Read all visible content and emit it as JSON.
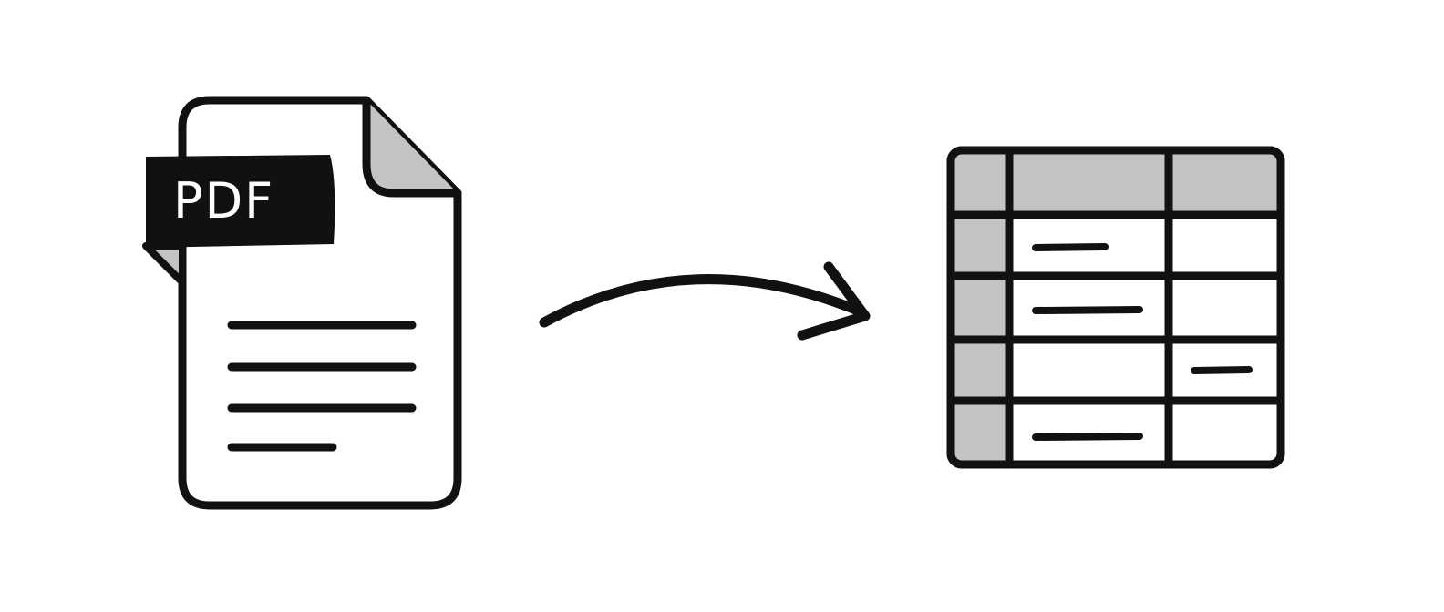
{
  "diagram": {
    "description": "PDF document converted to table",
    "source": {
      "label": "PDF",
      "icon": "pdf-file-icon",
      "text_lines": 4
    },
    "connector": {
      "icon": "curved-arrow-icon",
      "direction": "right"
    },
    "target": {
      "icon": "table-icon",
      "columns": 3,
      "rows": 5,
      "header_fill": "#c4c4c4"
    },
    "colors": {
      "stroke": "#111111",
      "fill_gray": "#c4c4c4",
      "background": "#ffffff"
    }
  }
}
